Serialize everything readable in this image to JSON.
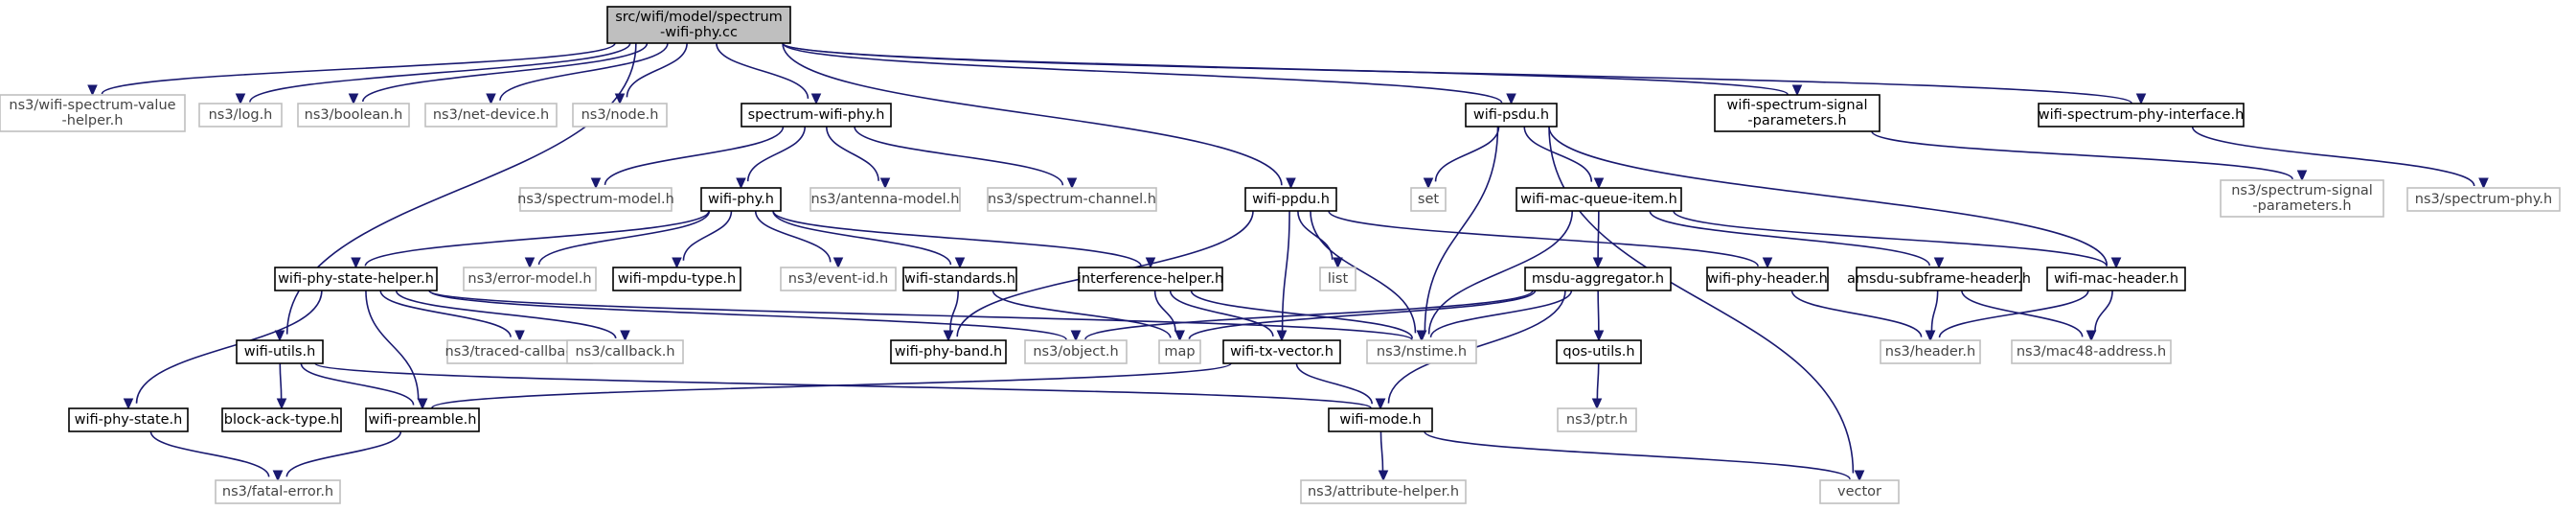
{
  "diagram": {
    "title": "",
    "nodes": [
      {
        "id": "root",
        "kind": "root",
        "lines": [
          "src/wifi/model/spectrum",
          "-wifi-phy.cc"
        ]
      },
      {
        "id": "ws_value_helper",
        "kind": "external",
        "lines": [
          "ns3/wifi-spectrum-value",
          "-helper.h"
        ]
      },
      {
        "id": "log",
        "kind": "external",
        "lines": [
          "ns3/log.h"
        ]
      },
      {
        "id": "boolean",
        "kind": "external",
        "lines": [
          "ns3/boolean.h"
        ]
      },
      {
        "id": "net_device",
        "kind": "external",
        "lines": [
          "ns3/net-device.h"
        ]
      },
      {
        "id": "node",
        "kind": "external",
        "lines": [
          "ns3/node.h"
        ]
      },
      {
        "id": "spectrum_wifi_phy",
        "kind": "local",
        "lines": [
          "spectrum-wifi-phy.h"
        ]
      },
      {
        "id": "wifi_psdu",
        "kind": "local",
        "lines": [
          "wifi-psdu.h"
        ]
      },
      {
        "id": "ws_signal_params",
        "kind": "local",
        "lines": [
          "wifi-spectrum-signal",
          "-parameters.h"
        ]
      },
      {
        "id": "ws_phy_interface",
        "kind": "local",
        "lines": [
          "wifi-spectrum-phy-interface.h"
        ]
      },
      {
        "id": "spectrum_model",
        "kind": "external",
        "lines": [
          "ns3/spectrum-model.h"
        ]
      },
      {
        "id": "wifi_phy",
        "kind": "local",
        "lines": [
          "wifi-phy.h"
        ]
      },
      {
        "id": "antenna_model",
        "kind": "external",
        "lines": [
          "ns3/antenna-model.h"
        ]
      },
      {
        "id": "spectrum_channel",
        "kind": "external",
        "lines": [
          "ns3/spectrum-channel.h"
        ]
      },
      {
        "id": "wifi_ppdu",
        "kind": "local",
        "lines": [
          "wifi-ppdu.h"
        ]
      },
      {
        "id": "set",
        "kind": "external",
        "lines": [
          "set"
        ]
      },
      {
        "id": "wifi_mac_queue_item",
        "kind": "local",
        "lines": [
          "wifi-mac-queue-item.h"
        ]
      },
      {
        "id": "ns3_spectrum_signal_params",
        "kind": "external",
        "lines": [
          "ns3/spectrum-signal",
          "-parameters.h"
        ]
      },
      {
        "id": "ns3_spectrum_phy",
        "kind": "external",
        "lines": [
          "ns3/spectrum-phy.h"
        ]
      },
      {
        "id": "wifi_phy_state_helper",
        "kind": "local",
        "lines": [
          "wifi-phy-state-helper.h"
        ]
      },
      {
        "id": "error_model",
        "kind": "external",
        "lines": [
          "ns3/error-model.h"
        ]
      },
      {
        "id": "wifi_mpdu_type",
        "kind": "local",
        "lines": [
          "wifi-mpdu-type.h"
        ]
      },
      {
        "id": "event_id",
        "kind": "external",
        "lines": [
          "ns3/event-id.h"
        ]
      },
      {
        "id": "wifi_standards",
        "kind": "local",
        "lines": [
          "wifi-standards.h"
        ]
      },
      {
        "id": "interference_helper",
        "kind": "local",
        "lines": [
          "interference-helper.h"
        ]
      },
      {
        "id": "list",
        "kind": "external",
        "lines": [
          "list"
        ]
      },
      {
        "id": "msdu_aggregator",
        "kind": "local",
        "lines": [
          "msdu-aggregator.h"
        ]
      },
      {
        "id": "wifi_phy_header",
        "kind": "local",
        "lines": [
          "wifi-phy-header.h"
        ]
      },
      {
        "id": "amsdu_subframe_header",
        "kind": "local",
        "lines": [
          "amsdu-subframe-header.h"
        ]
      },
      {
        "id": "wifi_mac_header",
        "kind": "local",
        "lines": [
          "wifi-mac-header.h"
        ]
      },
      {
        "id": "wifi_utils",
        "kind": "local",
        "lines": [
          "wifi-utils.h"
        ]
      },
      {
        "id": "traced_callback",
        "kind": "external",
        "lines": [
          "ns3/traced-callback.h"
        ]
      },
      {
        "id": "callback",
        "kind": "external",
        "lines": [
          "ns3/callback.h"
        ]
      },
      {
        "id": "wifi_phy_band",
        "kind": "local",
        "lines": [
          "wifi-phy-band.h"
        ]
      },
      {
        "id": "object",
        "kind": "external",
        "lines": [
          "ns3/object.h"
        ]
      },
      {
        "id": "map",
        "kind": "external",
        "lines": [
          "map"
        ]
      },
      {
        "id": "wifi_tx_vector",
        "kind": "local",
        "lines": [
          "wifi-tx-vector.h"
        ]
      },
      {
        "id": "nstime",
        "kind": "external",
        "lines": [
          "ns3/nstime.h"
        ]
      },
      {
        "id": "header",
        "kind": "external",
        "lines": [
          "ns3/header.h"
        ]
      },
      {
        "id": "mac48_address",
        "kind": "external",
        "lines": [
          "ns3/mac48-address.h"
        ]
      },
      {
        "id": "qos_utils",
        "kind": "local",
        "lines": [
          "qos-utils.h"
        ]
      },
      {
        "id": "wifi_phy_state",
        "kind": "local",
        "lines": [
          "wifi-phy-state.h"
        ]
      },
      {
        "id": "block_ack_type",
        "kind": "local",
        "lines": [
          "block-ack-type.h"
        ]
      },
      {
        "id": "wifi_preamble",
        "kind": "local",
        "lines": [
          "wifi-preamble.h"
        ]
      },
      {
        "id": "wifi_mode",
        "kind": "local",
        "lines": [
          "wifi-mode.h"
        ]
      },
      {
        "id": "ptr",
        "kind": "external",
        "lines": [
          "ns3/ptr.h"
        ]
      },
      {
        "id": "fatal_error",
        "kind": "external",
        "lines": [
          "ns3/fatal-error.h"
        ]
      },
      {
        "id": "attribute_helper",
        "kind": "external",
        "lines": [
          "ns3/attribute-helper.h"
        ]
      },
      {
        "id": "vector",
        "kind": "external",
        "lines": [
          "vector"
        ]
      }
    ],
    "edges": [
      [
        "root",
        "ws_value_helper"
      ],
      [
        "root",
        "log"
      ],
      [
        "root",
        "boolean"
      ],
      [
        "root",
        "net_device"
      ],
      [
        "root",
        "node"
      ],
      [
        "root",
        "spectrum_wifi_phy"
      ],
      [
        "root",
        "wifi_psdu"
      ],
      [
        "root",
        "ws_signal_params"
      ],
      [
        "root",
        "ws_phy_interface"
      ],
      [
        "root",
        "wifi_utils"
      ],
      [
        "root",
        "wifi_ppdu"
      ],
      [
        "spectrum_wifi_phy",
        "spectrum_model"
      ],
      [
        "spectrum_wifi_phy",
        "wifi_phy"
      ],
      [
        "spectrum_wifi_phy",
        "antenna_model"
      ],
      [
        "spectrum_wifi_phy",
        "spectrum_channel"
      ],
      [
        "wifi_phy",
        "wifi_phy_state_helper"
      ],
      [
        "wifi_phy",
        "error_model"
      ],
      [
        "wifi_phy",
        "wifi_mpdu_type"
      ],
      [
        "wifi_phy",
        "event_id"
      ],
      [
        "wifi_phy",
        "wifi_standards"
      ],
      [
        "wifi_phy",
        "interference_helper"
      ],
      [
        "wifi_psdu",
        "set"
      ],
      [
        "wifi_psdu",
        "wifi_mac_queue_item"
      ],
      [
        "wifi_psdu",
        "nstime"
      ],
      [
        "wifi_psdu",
        "wifi_mac_header"
      ],
      [
        "wifi_psdu",
        "vector"
      ],
      [
        "ws_signal_params",
        "ns3_spectrum_signal_params"
      ],
      [
        "ws_phy_interface",
        "ns3_spectrum_phy"
      ],
      [
        "wifi_ppdu",
        "list"
      ],
      [
        "wifi_ppdu",
        "wifi_phy_header"
      ],
      [
        "wifi_ppdu",
        "wifi_tx_vector"
      ],
      [
        "wifi_ppdu",
        "nstime"
      ],
      [
        "wifi_ppdu",
        "wifi_phy_band"
      ],
      [
        "wifi_mac_queue_item",
        "msdu_aggregator"
      ],
      [
        "wifi_mac_queue_item",
        "amsdu_subframe_header"
      ],
      [
        "wifi_mac_queue_item",
        "wifi_mac_header"
      ],
      [
        "wifi_mac_queue_item",
        "nstime"
      ],
      [
        "wifi_phy_state_helper",
        "wifi_phy_state"
      ],
      [
        "wifi_phy_state_helper",
        "traced_callback"
      ],
      [
        "wifi_phy_state_helper",
        "callback"
      ],
      [
        "wifi_phy_state_helper",
        "wifi_preamble"
      ],
      [
        "wifi_phy_state_helper",
        "object"
      ],
      [
        "wifi_phy_state_helper",
        "nstime"
      ],
      [
        "wifi_standards",
        "wifi_phy_band"
      ],
      [
        "wifi_standards",
        "map"
      ],
      [
        "interference_helper",
        "map"
      ],
      [
        "interference_helper",
        "wifi_tx_vector"
      ],
      [
        "interference_helper",
        "nstime"
      ],
      [
        "msdu_aggregator",
        "map"
      ],
      [
        "msdu_aggregator",
        "object"
      ],
      [
        "msdu_aggregator",
        "nstime"
      ],
      [
        "msdu_aggregator",
        "qos_utils"
      ],
      [
        "msdu_aggregator",
        "wifi_mode"
      ],
      [
        "wifi_phy_header",
        "header"
      ],
      [
        "amsdu_subframe_header",
        "header"
      ],
      [
        "amsdu_subframe_header",
        "mac48_address"
      ],
      [
        "wifi_mac_header",
        "header"
      ],
      [
        "wifi_mac_header",
        "mac48_address"
      ],
      [
        "wifi_utils",
        "block_ack_type"
      ],
      [
        "wifi_utils",
        "wifi_preamble"
      ],
      [
        "wifi_utils",
        "wifi_mode"
      ],
      [
        "wifi_tx_vector",
        "wifi_preamble"
      ],
      [
        "wifi_tx_vector",
        "wifi_mode"
      ],
      [
        "qos_utils",
        "ptr"
      ],
      [
        "wifi_phy_state",
        "fatal_error"
      ],
      [
        "wifi_preamble",
        "fatal_error"
      ],
      [
        "wifi_mode",
        "attribute_helper"
      ],
      [
        "wifi_mode",
        "vector"
      ]
    ]
  }
}
